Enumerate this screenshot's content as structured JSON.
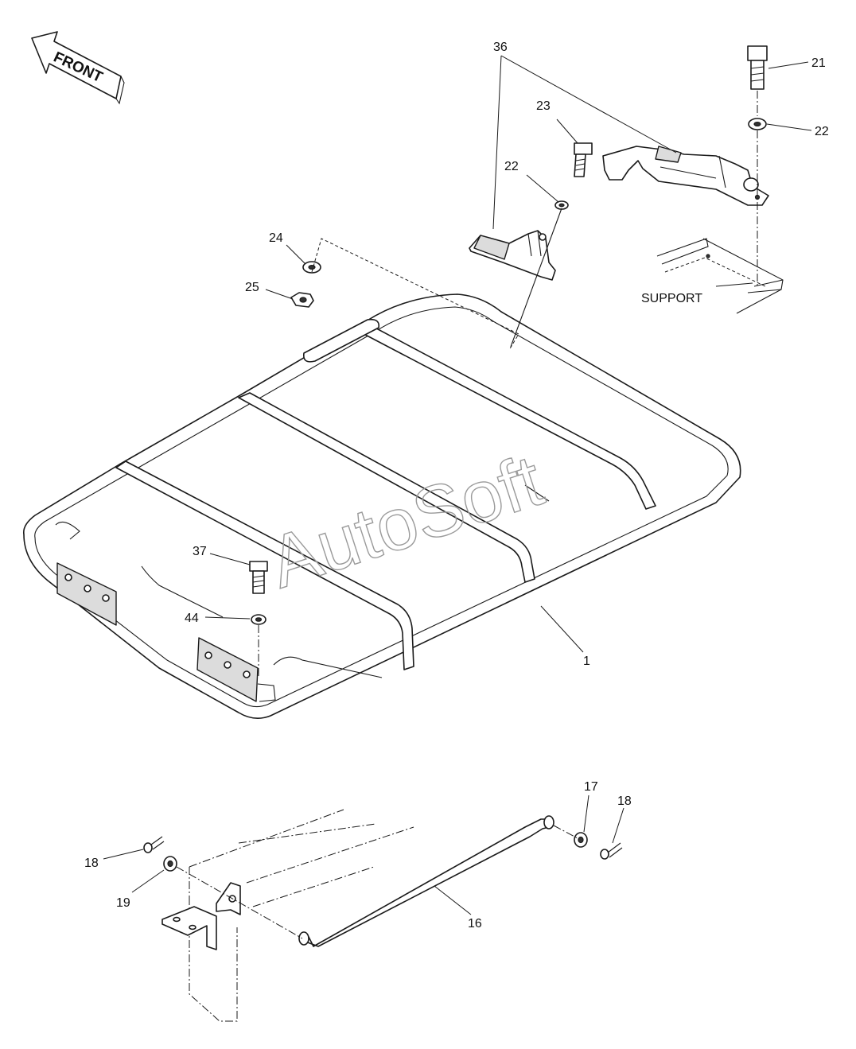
{
  "diagram": {
    "front_label": "FRONT",
    "support_label": "SUPPORT",
    "watermark": "AutoSoft",
    "callouts": {
      "c1": "1",
      "c16": "16",
      "c17": "17",
      "c18a": "18",
      "c18b": "18",
      "c19": "19",
      "c21": "21",
      "c22a": "22",
      "c22b": "22",
      "c23": "23",
      "c24": "24",
      "c25": "25",
      "c36": "36",
      "c37": "37",
      "c44": "44"
    }
  }
}
